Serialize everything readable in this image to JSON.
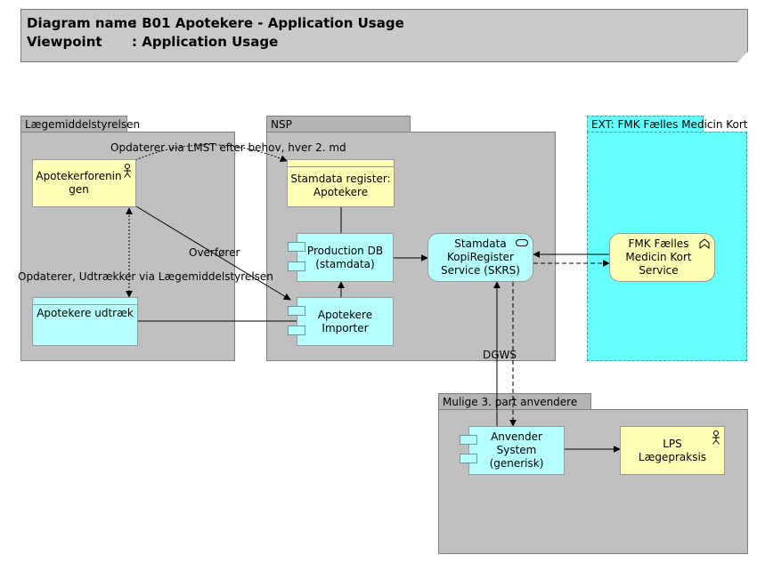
{
  "header": {
    "diagram_label": "Diagram name",
    "diagram_value": ": B01 Apotekere - Application Usage",
    "viewpoint_label": "Viewpoint",
    "viewpoint_value": ": Application Usage"
  },
  "groups": {
    "laegemiddel": "Lægemiddelstyrelsen",
    "nsp": "NSP",
    "ext": "EXT: FMK Fælles Medicin Kort",
    "mulige": "Mulige 3. part anvendere"
  },
  "elements": {
    "apotekerforening": [
      "Apotekerforenin",
      "gen"
    ],
    "apotekere_udtraek": "Apotekere udtræk",
    "stamdata_register": [
      "Stamdata register:",
      "Apotekere"
    ],
    "production_db": [
      "Production DB",
      "(stamdata)"
    ],
    "apotekere_importer": [
      "Apotekere",
      "Importer"
    ],
    "skrs": [
      "Stamdata",
      "KopiRegister",
      "Service (SKRS)"
    ],
    "fmk_service": [
      "FMK Fælles",
      "Medicin Kort",
      "Service"
    ],
    "anvender_system": [
      "Anvender System",
      "(generisk)"
    ],
    "lps": [
      "LPS",
      "Lægepraksis"
    ]
  },
  "labels": {
    "opdaterer_lmst": "Opdaterer via LMST efter behov, hver 2. md",
    "overforer": "Overfører",
    "opdaterer_udtraekker": "Opdaterer, Udtrækker via Lægemiddelstyrelsen",
    "dgws": "DGWS"
  },
  "colors": {
    "business_actor": "#ffffb5",
    "application": "#b5ffff",
    "group": "#c0c0c0",
    "external": "#66ffff"
  },
  "icons": {
    "actor": "actor-icon",
    "service": "service-icon",
    "function": "function-icon",
    "component": "component-icon"
  }
}
